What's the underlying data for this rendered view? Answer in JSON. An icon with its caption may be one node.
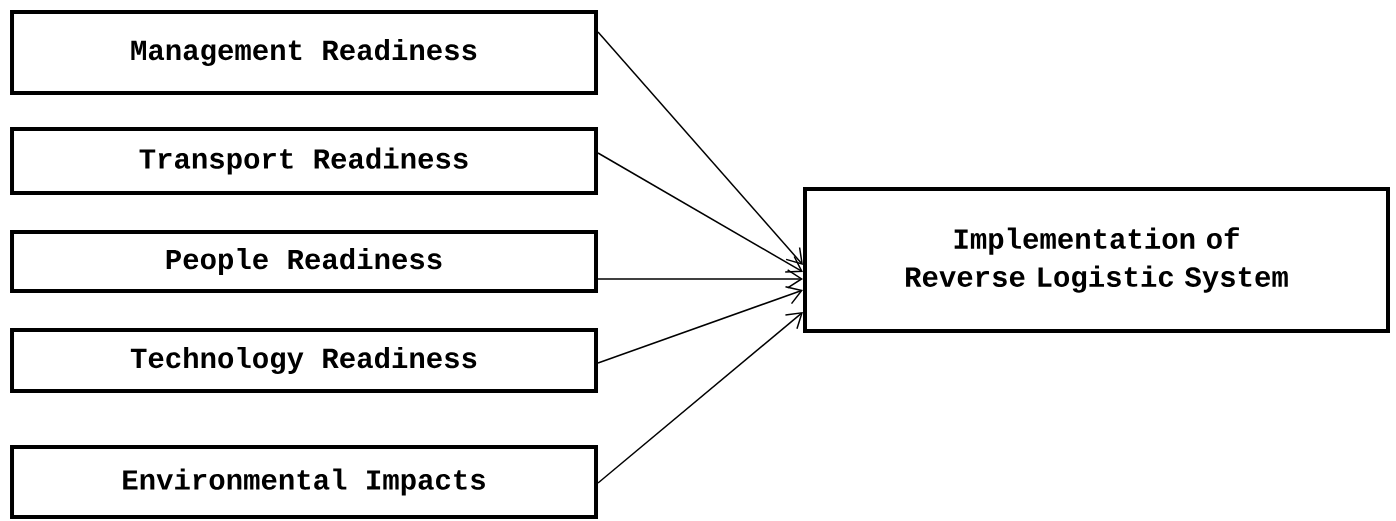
{
  "diagram": {
    "nodes": [
      {
        "text": [
          "Management Readiness"
        ]
      },
      {
        "text": [
          "Transport Readiness"
        ]
      },
      {
        "text": [
          "People Readiness"
        ]
      },
      {
        "text": [
          "Technology Readiness"
        ]
      },
      {
        "text": [
          "Environmental Impacts"
        ]
      },
      {
        "text": [
          "Implementation of Reverse Logistic System"
        ]
      }
    ],
    "edges": [
      {
        "from": 0,
        "to": 5,
        "arrow": "to"
      },
      {
        "from": 1,
        "to": 5,
        "arrow": "to"
      },
      {
        "from": 2,
        "to": 5,
        "arrow": "to"
      },
      {
        "from": 3,
        "to": 5,
        "arrow": "to"
      },
      {
        "from": 4,
        "to": 5,
        "arrow": "to"
      }
    ]
  }
}
